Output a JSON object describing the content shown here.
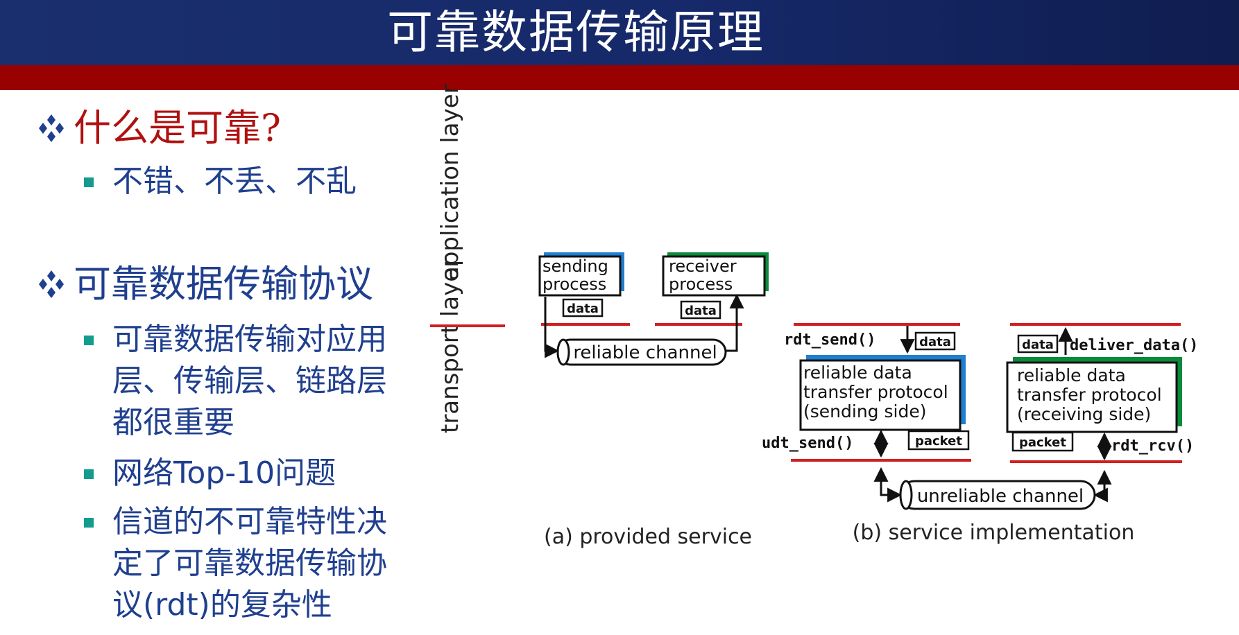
{
  "slide_title": "可靠数据传输原理",
  "bullets": [
    {
      "text": "什么是可靠?",
      "subs": [
        "不错、不丢、不乱"
      ]
    },
    {
      "text": "可靠数据传输协议",
      "subs": [
        "可靠数据传输对应用层、传输层、链路层都很重要",
        "网络Top-10问题",
        "信道的不可靠特性决定了可靠数据传输协议(rdt)的复杂性"
      ]
    }
  ],
  "diagram": {
    "layers": {
      "application": "application layer",
      "transport": "transport layer"
    },
    "part_a": {
      "sending_process": [
        "sending",
        "process"
      ],
      "receiver_process": [
        "receiver",
        "process"
      ],
      "data_label": "data",
      "channel": "reliable channel",
      "caption": "(a)  provided service"
    },
    "part_b": {
      "rdt_send": "rdt_send()",
      "udt_send": "udt_send()",
      "deliver_data": "deliver_data()",
      "rdt_rcv": "rdt_rcv()",
      "data_label": "data",
      "packet_label": "packet",
      "sending_box": [
        "reliable data",
        "transfer protocol",
        "(sending side)"
      ],
      "receiving_box": [
        "reliable data",
        "transfer protocol",
        "(receiving side)"
      ],
      "channel": "unreliable channel",
      "caption": "(b) service implementation"
    }
  },
  "colors": {
    "header_bg": "#1a2f6e",
    "red_band": "#990000",
    "accent_red": "#b01010",
    "text_blue": "#1f3f8f",
    "square_teal": "#139c8d",
    "diagram_blue": "#1f7fd1",
    "diagram_green": "#0a8a3a",
    "divider_red": "#d02020"
  }
}
